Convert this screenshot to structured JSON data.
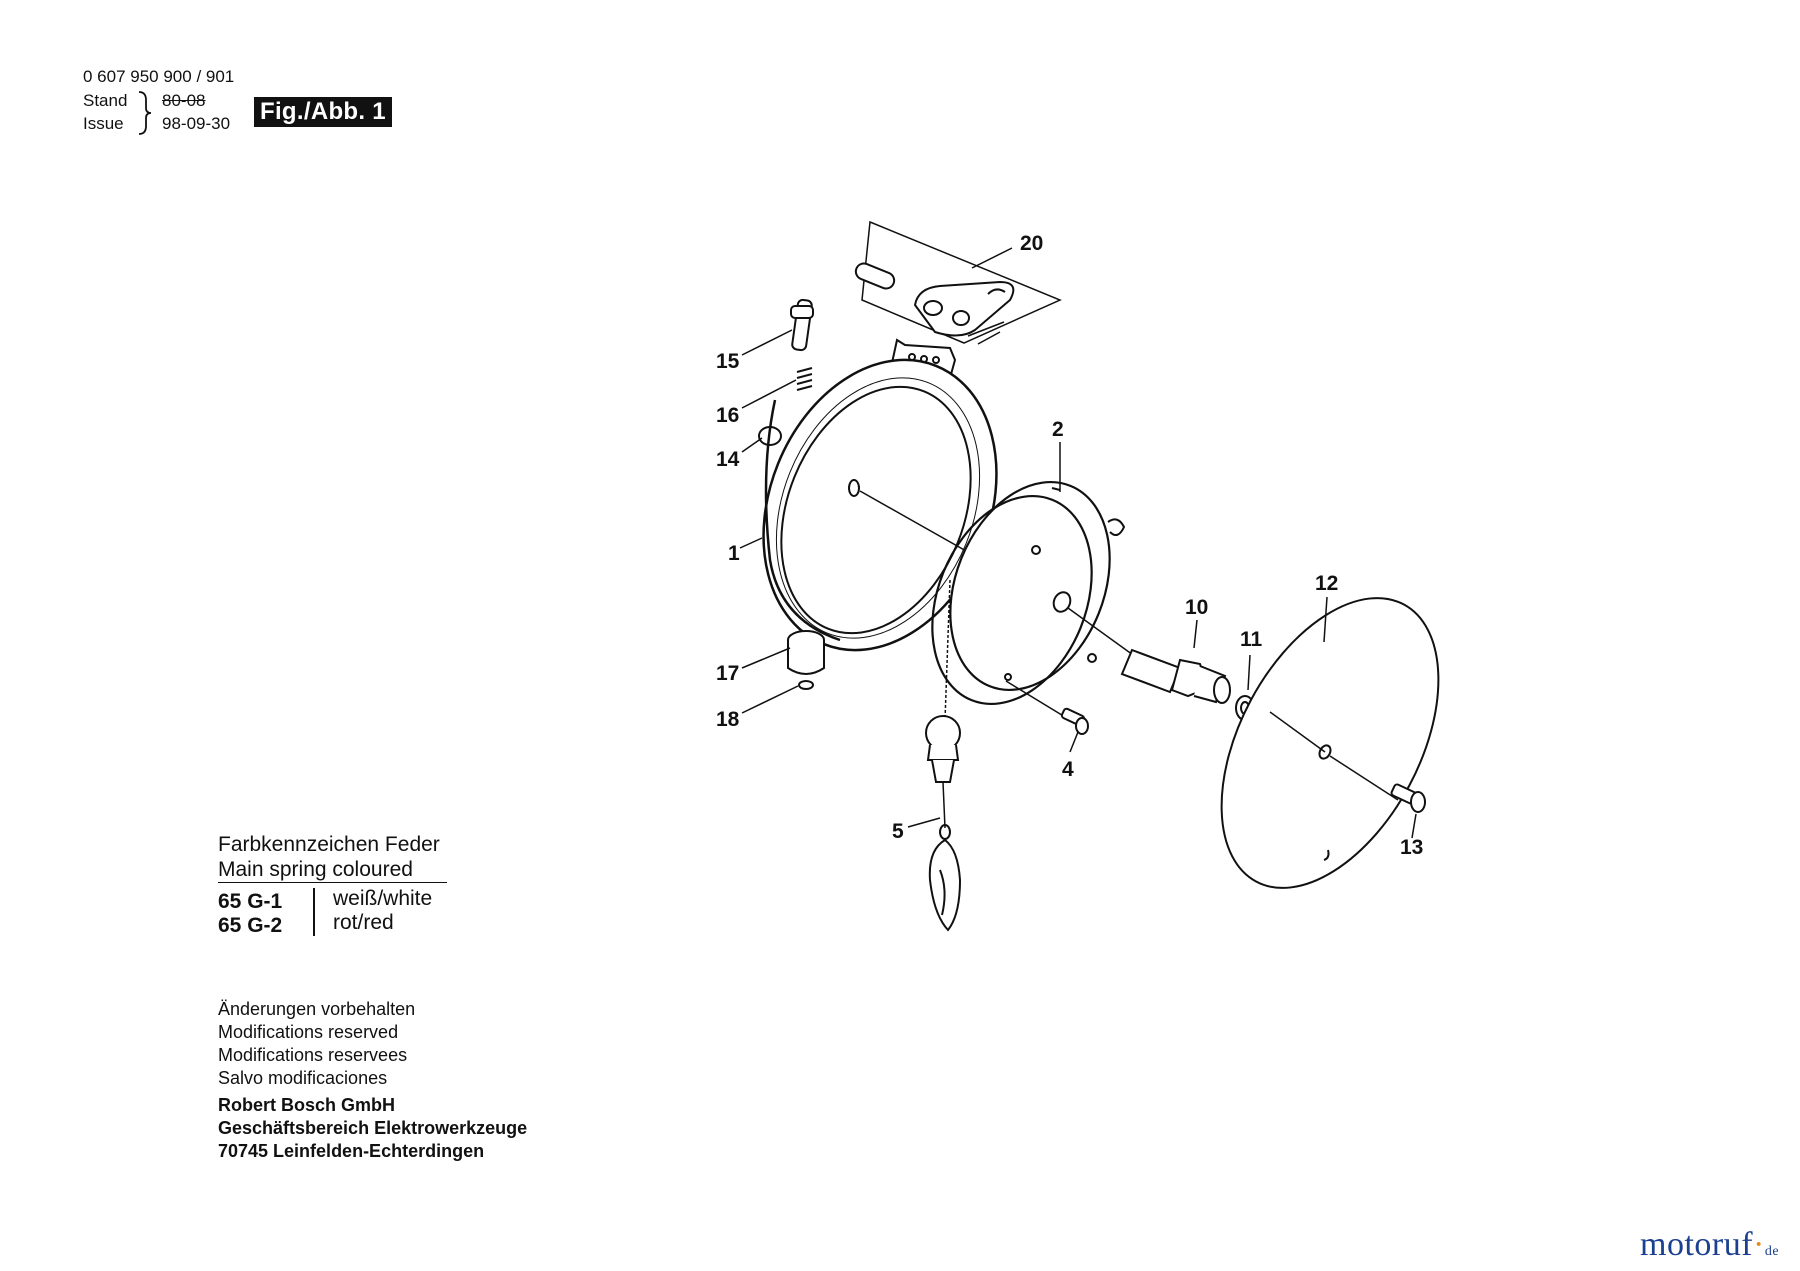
{
  "header": {
    "part_number": "0 607 950 900 / 901",
    "stand_label": "Stand",
    "issue_label": "Issue",
    "stand_value_struck": "80-08",
    "issue_value": "98-09-30",
    "figure_badge": "Fig./Abb. 1"
  },
  "legend": {
    "title_de": "Farbkennzeichen Feder",
    "title_en": "Main spring coloured",
    "rows": [
      {
        "code": "65 G-1",
        "color": "weiß/white"
      },
      {
        "code": "65 G-2",
        "color": "rot/red"
      }
    ]
  },
  "notes": [
    "Änderungen vorbehalten",
    "Modifications reserved",
    "Modifications reservees",
    "Salvo modificaciones"
  ],
  "company": [
    "Robert Bosch GmbH",
    "Geschäftsbereich Elektrowerkzeuge",
    "70745 Leinfelden-Echterdingen"
  ],
  "callouts": [
    "20",
    "15",
    "16",
    "14",
    "1",
    "17",
    "18",
    "2",
    "4",
    "5",
    "10",
    "11",
    "12",
    "13"
  ],
  "brand": {
    "name_a": "motoruf",
    "dot": "·",
    "tld": "de"
  }
}
